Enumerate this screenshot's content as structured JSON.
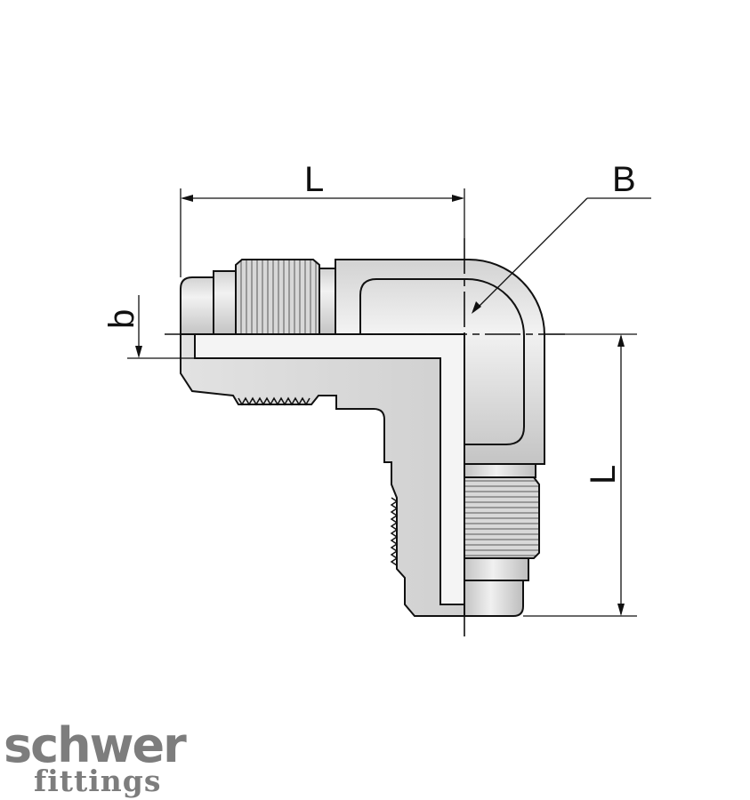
{
  "dimensions": {
    "top_length": "L",
    "right_length": "L",
    "offset": "b",
    "bore": "B"
  },
  "brand": {
    "name": "schwer",
    "tagline": "fittings"
  },
  "colors": {
    "line": "#111111",
    "metal_light": "#e6e6e6",
    "metal_mid": "#c9c9c9",
    "metal_dark": "#a9a9a9",
    "logo": "#7d7d7d"
  }
}
